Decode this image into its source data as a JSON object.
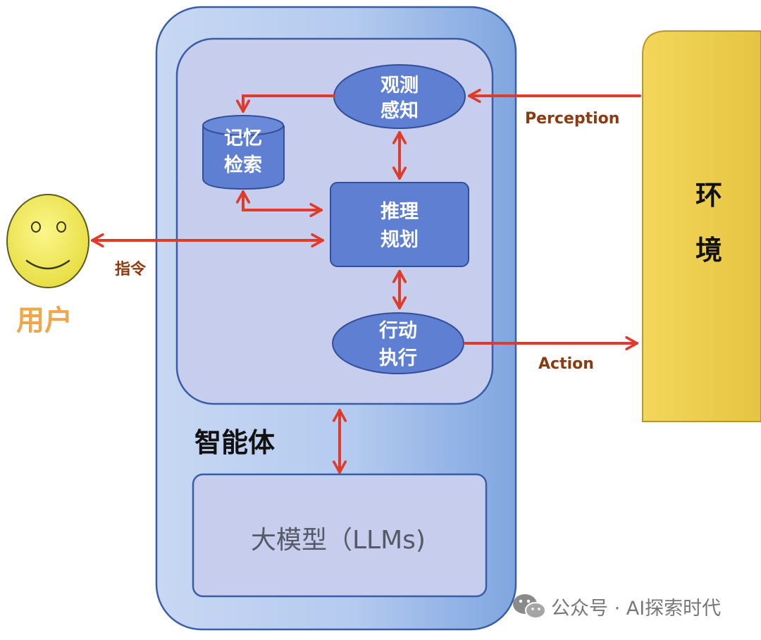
{
  "user": {
    "label": "用户"
  },
  "environment": {
    "line1": "环",
    "line2": "境"
  },
  "agent": {
    "label": "智能体"
  },
  "modules": {
    "observe": {
      "line1": "观测",
      "line2": "感知"
    },
    "memory": {
      "line1": "记忆",
      "line2": "检索"
    },
    "reason": {
      "line1": "推理",
      "line2": "规划"
    },
    "action": {
      "line1": "行动",
      "line2": "执行"
    }
  },
  "llm": {
    "label": "大模型（LLMs)"
  },
  "edges": {
    "perception": "Perception",
    "action": "Action",
    "instruction": "指令"
  },
  "watermark": {
    "text": "公众号 · AI探索时代"
  },
  "colors": {
    "arrow": "#e03a2a",
    "module_fill": "#5f7fd2",
    "environment_fill": "#efcb4a",
    "user_face_fill": "#f2ea5a"
  }
}
